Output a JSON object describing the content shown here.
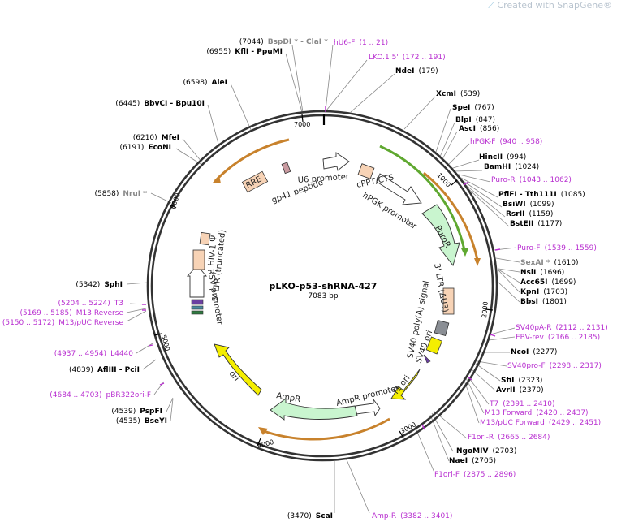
{
  "watermark": "Created with SnapGene®",
  "plasmid": {
    "name": "pLKO-p53-shRNA-427",
    "size": "7083 bp"
  },
  "ticks": [
    "1000",
    "2000",
    "3000",
    "4000",
    "5000",
    "6000",
    "7000"
  ],
  "features": {
    "rre": "RRE",
    "gp41": "gp41 peptide",
    "u6": "U6 promoter",
    "cppt": "cPPT/CTS",
    "hpgk": "hPGK promoter",
    "puror": "PuroR",
    "ltr3": "3' LTR (ΔU3)",
    "sv40polya": "SV40 poly(A) signal",
    "sv40ori": "SV40 ori",
    "f1ori": "f1 ori",
    "amprpromoter": "AmpR promoter",
    "ampr": "AmpR",
    "ori": "ori",
    "rsv": "RSV promoter",
    "ltr5": "5' LTR (truncated)",
    "hiv": "HIV-1 Ψ"
  },
  "sites_right": [
    {
      "name": "hU6-F",
      "range": "(1 .. 21)"
    },
    {
      "name": "LKO.1 5'",
      "range": "(172 .. 191)"
    },
    {
      "name": "NdeI",
      "pos": "(179)"
    },
    {
      "name": "XcmI",
      "pos": "(539)"
    },
    {
      "name": "SpeI",
      "pos": "(767)"
    },
    {
      "name": "BlpI",
      "pos": "(847)"
    },
    {
      "name": "AscI",
      "pos": "(856)"
    },
    {
      "name": "hPGK-F",
      "range": "(940 .. 958)"
    },
    {
      "name": "HincII",
      "pos": "(994)"
    },
    {
      "name": "BamHI",
      "pos": "(1024)"
    },
    {
      "name": "Puro-R",
      "range": "(1043 .. 1062)"
    },
    {
      "name": "PflFI - Tth111I",
      "pos": "(1085)"
    },
    {
      "name": "BsiWI",
      "pos": "(1099)"
    },
    {
      "name": "RsrII",
      "pos": "(1159)"
    },
    {
      "name": "BstEII",
      "pos": "(1177)"
    },
    {
      "name": "Puro-F",
      "range": "(1539 .. 1559)"
    },
    {
      "name": "SexAI *",
      "pos": "(1610)"
    },
    {
      "name": "NsiI",
      "pos": "(1696)"
    },
    {
      "name": "Acc65I",
      "pos": "(1699)"
    },
    {
      "name": "KpnI",
      "pos": "(1703)"
    },
    {
      "name": "BbsI",
      "pos": "(1801)"
    },
    {
      "name": "SV40pA-R",
      "range": "(2112 .. 2131)"
    },
    {
      "name": "EBV-rev",
      "range": "(2166 .. 2185)"
    },
    {
      "name": "NcoI",
      "pos": "(2277)"
    },
    {
      "name": "SV40pro-F",
      "range": "(2298 .. 2317)"
    },
    {
      "name": "SfiI",
      "pos": "(2323)"
    },
    {
      "name": "AvrII",
      "pos": "(2370)"
    },
    {
      "name": "T7",
      "range": "(2391 .. 2410)"
    },
    {
      "name": "M13 Forward",
      "range": "(2420 .. 2437)"
    },
    {
      "name": "M13/pUC Forward",
      "range": "(2429 .. 2451)"
    },
    {
      "name": "F1ori-R",
      "range": "(2665 .. 2684)"
    },
    {
      "name": "NgoMIV",
      "pos": "(2703)"
    },
    {
      "name": "NaeI",
      "pos": "(2705)"
    },
    {
      "name": "F1ori-F",
      "range": "(2875 .. 2896)"
    },
    {
      "name": "Amp-R",
      "range": "(3382 .. 3401)"
    }
  ],
  "sites_left": [
    {
      "pos": "(7044)",
      "name": "BspDI * - ClaI *"
    },
    {
      "pos": "(6955)",
      "name": "KflI - PpuMI"
    },
    {
      "pos": "(6598)",
      "name": "AleI"
    },
    {
      "pos": "(6445)",
      "name": "BbvCI - Bpu10I"
    },
    {
      "pos": "(6210)",
      "name": "MfeI"
    },
    {
      "pos": "(6191)",
      "name": "EcoNI"
    },
    {
      "pos": "(5858)",
      "name": "NruI *"
    },
    {
      "pos": "(5342)",
      "name": "SphI"
    },
    {
      "range": "(5204 .. 5224)",
      "name": "T3"
    },
    {
      "range": "(5169 .. 5185)",
      "name": "M13 Reverse"
    },
    {
      "range": "(5150 .. 5172)",
      "name": "M13/pUC Reverse"
    },
    {
      "range": "(4937 .. 4954)",
      "name": "L4440"
    },
    {
      "pos": "(4839)",
      "name": "AflIII - PciI"
    },
    {
      "range": "(4684 .. 4703)",
      "name": "pBR322ori-F"
    },
    {
      "pos": "(4539)",
      "name": "PspFI"
    },
    {
      "pos": "(4535)",
      "name": "BseYI"
    },
    {
      "pos": "(3470)",
      "name": "ScaI"
    }
  ],
  "colors": {
    "backbone": "#333333",
    "orange": "#c8822c",
    "green": "#5fa830",
    "yellow": "#f4ee00",
    "lightgreen": "#c9f5cf",
    "peach": "#f7d3b6",
    "primer": "#b82fd0"
  }
}
